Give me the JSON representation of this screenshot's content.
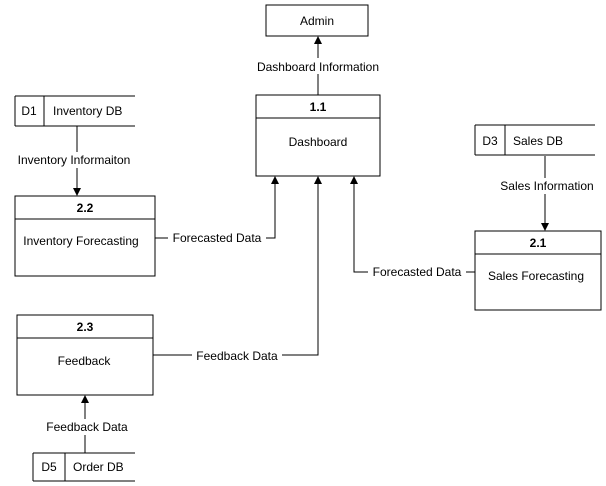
{
  "external_entities": {
    "admin": "Admin"
  },
  "processes": {
    "dashboard": {
      "id": "1.1",
      "name": "Dashboard"
    },
    "inventory_forecasting": {
      "id": "2.2",
      "name": "Inventory Forecasting"
    },
    "sales_forecasting": {
      "id": "2.1",
      "name": "Sales Forecasting"
    },
    "feedback": {
      "id": "2.3",
      "name": "Feedback"
    }
  },
  "data_stores": {
    "inventory_db": {
      "id": "D1",
      "name": "Inventory DB"
    },
    "sales_db": {
      "id": "D3",
      "name": "Sales DB"
    },
    "order_db": {
      "id": "D5",
      "name": "Order DB"
    }
  },
  "flows": {
    "dashboard_to_admin": "Dashboard Information",
    "inventory_db_to_forecasting": "Inventory Informaiton",
    "sales_db_to_forecasting": "Sales Information",
    "inventory_forecast_to_dashboard": "Forecasted Data",
    "sales_forecast_to_dashboard": "Forecasted Data",
    "feedback_to_dashboard": "Feedback Data",
    "order_db_to_feedback": "Feedback Data"
  }
}
